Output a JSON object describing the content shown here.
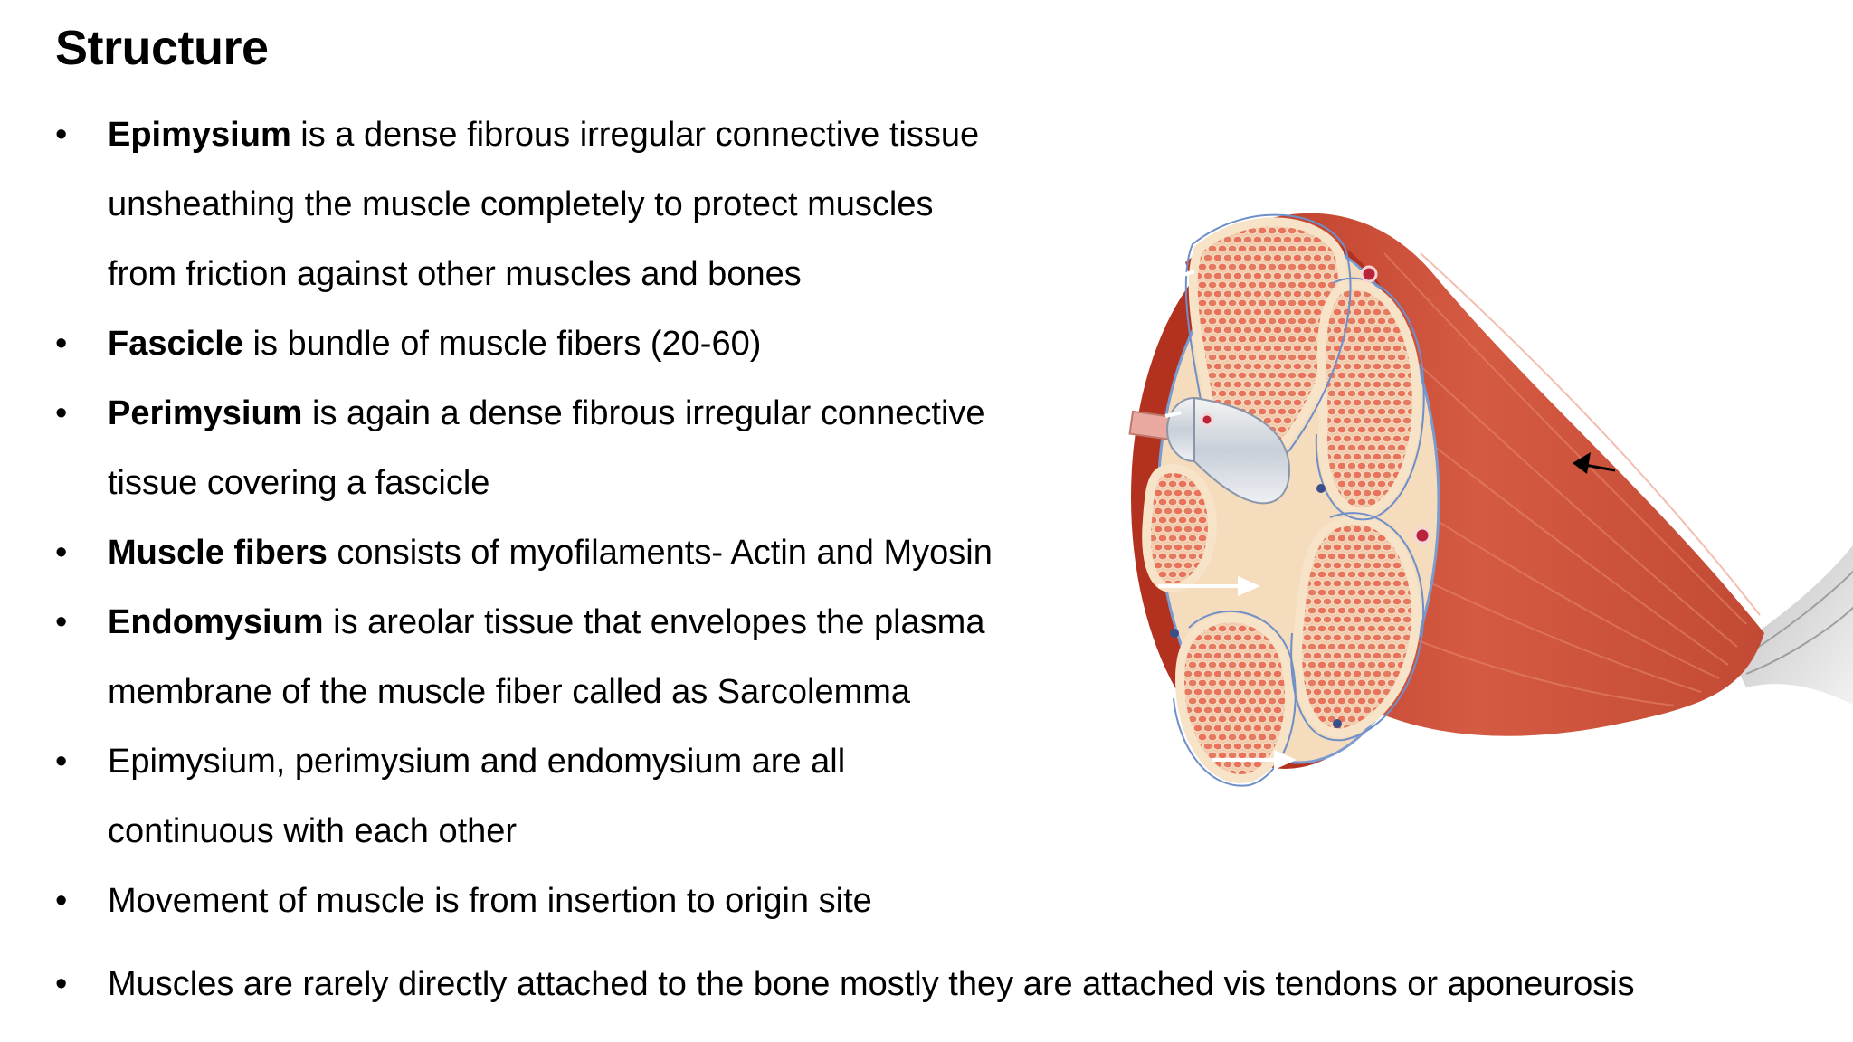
{
  "title": "Structure",
  "bullets": [
    {
      "bold": "Epimysium",
      "text": " is a dense fibrous irregular connective tissue"
    },
    {
      "bold": "",
      "text": "unsheathing the muscle completely to protect muscles"
    },
    {
      "bold": "",
      "text": "from friction against other muscles and bones"
    },
    {
      "bold": "Fascicle",
      "text": " is bundle of muscle fibers (20-60)"
    },
    {
      "bold": "Perimysium",
      "text": " is again a dense fibrous irregular connective"
    },
    {
      "bold": "",
      "text": "tissue covering a fascicle"
    },
    {
      "bold": "Muscle fibers",
      "text": " consists of myofilaments- Actin and Myosin"
    },
    {
      "bold": "Endomysium",
      "text": " is areolar tissue that envelopes the plasma"
    },
    {
      "bold": "",
      "text": "membrane of the muscle fiber called as Sarcolemma"
    },
    {
      "bold": "",
      "text": "Epimysium, perimysium and endomysium are all"
    },
    {
      "bold": "",
      "text": "continuous with each other"
    },
    {
      "bold": "",
      "text": "Movement of muscle is from insertion to origin site"
    },
    {
      "bold": "",
      "text": "Muscles are rarely directly attached to the bone mostly they are attached vis tendons or aponeurosis"
    }
  ],
  "bullet_glyph": "•",
  "colors": {
    "muscle_red": "#c8442f",
    "muscle_dark": "#a8321f",
    "connective_cream": "#f3d9b6",
    "fiber_orange": "#e8735a",
    "nerve_blue": "#6f8fc8",
    "tendon_gray": "#d8d8d8"
  },
  "figure": {
    "icon": "muscle-cross-section-illustration"
  }
}
